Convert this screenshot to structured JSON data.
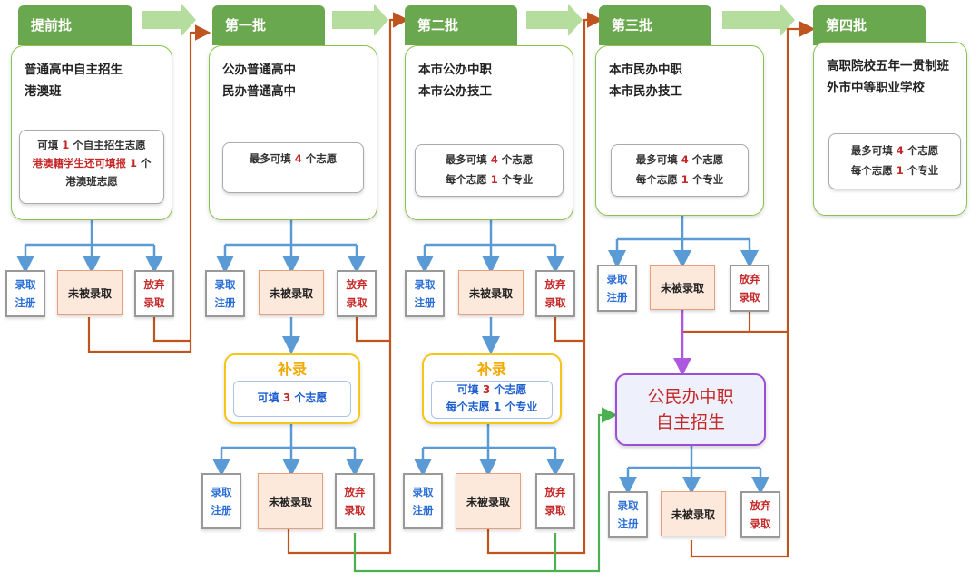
{
  "batches": [
    {
      "tab": "提前批",
      "lines": [
        "普通高中自主招生",
        "港澳班"
      ]
    },
    {
      "tab": "第一批",
      "lines": [
        "公办普通高中",
        "民办普通高中"
      ]
    },
    {
      "tab": "第二批",
      "lines": [
        "本市公办中职",
        "本市公办技工"
      ]
    },
    {
      "tab": "第三批",
      "lines": [
        "本市民办中职",
        "本市民办技工"
      ]
    },
    {
      "tab": "第四批",
      "lines": [
        "高职院校五年一贯制班",
        "外市中等职业学校"
      ]
    }
  ],
  "notes": {
    "b0": {
      "l1_pre": "可填 ",
      "l1_num": "1",
      "l1_post": " 个自主招生志愿",
      "l2_red": "港澳籍学生还可填报 ",
      "l2_num": "1",
      "l2_post": " 个",
      "l3": "港澳班志愿"
    },
    "b1": {
      "pre": "最多可填 ",
      "num": "4",
      "post": " 个志愿"
    },
    "b2": {
      "l1_pre": "最多可填 ",
      "l1_num": "4",
      "l1_post": " 个志愿",
      "l2_pre": "每个志愿 ",
      "l2_num": "1",
      "l2_post": " 个专业"
    },
    "b3": {
      "l1_pre": "最多可填 ",
      "l1_num": "4",
      "l1_post": " 个志愿",
      "l2_pre": "每个志愿 ",
      "l2_num": "1",
      "l2_post": " 个专业"
    },
    "b4": {
      "l1_pre": "最多可填 ",
      "l1_num": "4",
      "l1_post": " 个志愿",
      "l2_pre": "每个志愿 ",
      "l2_num": "1",
      "l2_post": " 个专业"
    }
  },
  "outcomes": {
    "admit": [
      "录取",
      "注册"
    ],
    "not_admitted": "未被录取",
    "abandon": [
      "放弃",
      "录取"
    ],
    "abandon_alt": [
      "放弃",
      "录取"
    ]
  },
  "bulu": {
    "title": "补录",
    "first": {
      "pre": "可填 ",
      "num": "3",
      "post": " 个志愿"
    },
    "second": {
      "l1_pre": "可填 ",
      "l1_num": "3",
      "l1_post": " 个志愿",
      "l2": "每个志愿 1 个专业"
    }
  },
  "special": {
    "lines": [
      "公民办中职",
      "自主招生"
    ]
  },
  "colors": {
    "tab": "#6aa84f",
    "card_border": "#8bc34a",
    "arrow_blue": "#5b9bd5",
    "arrow_orange": "#c0541f",
    "arrow_green": "#4caf50",
    "arrow_purple": "#b057e0",
    "bulu_border": "#f5c518"
  }
}
